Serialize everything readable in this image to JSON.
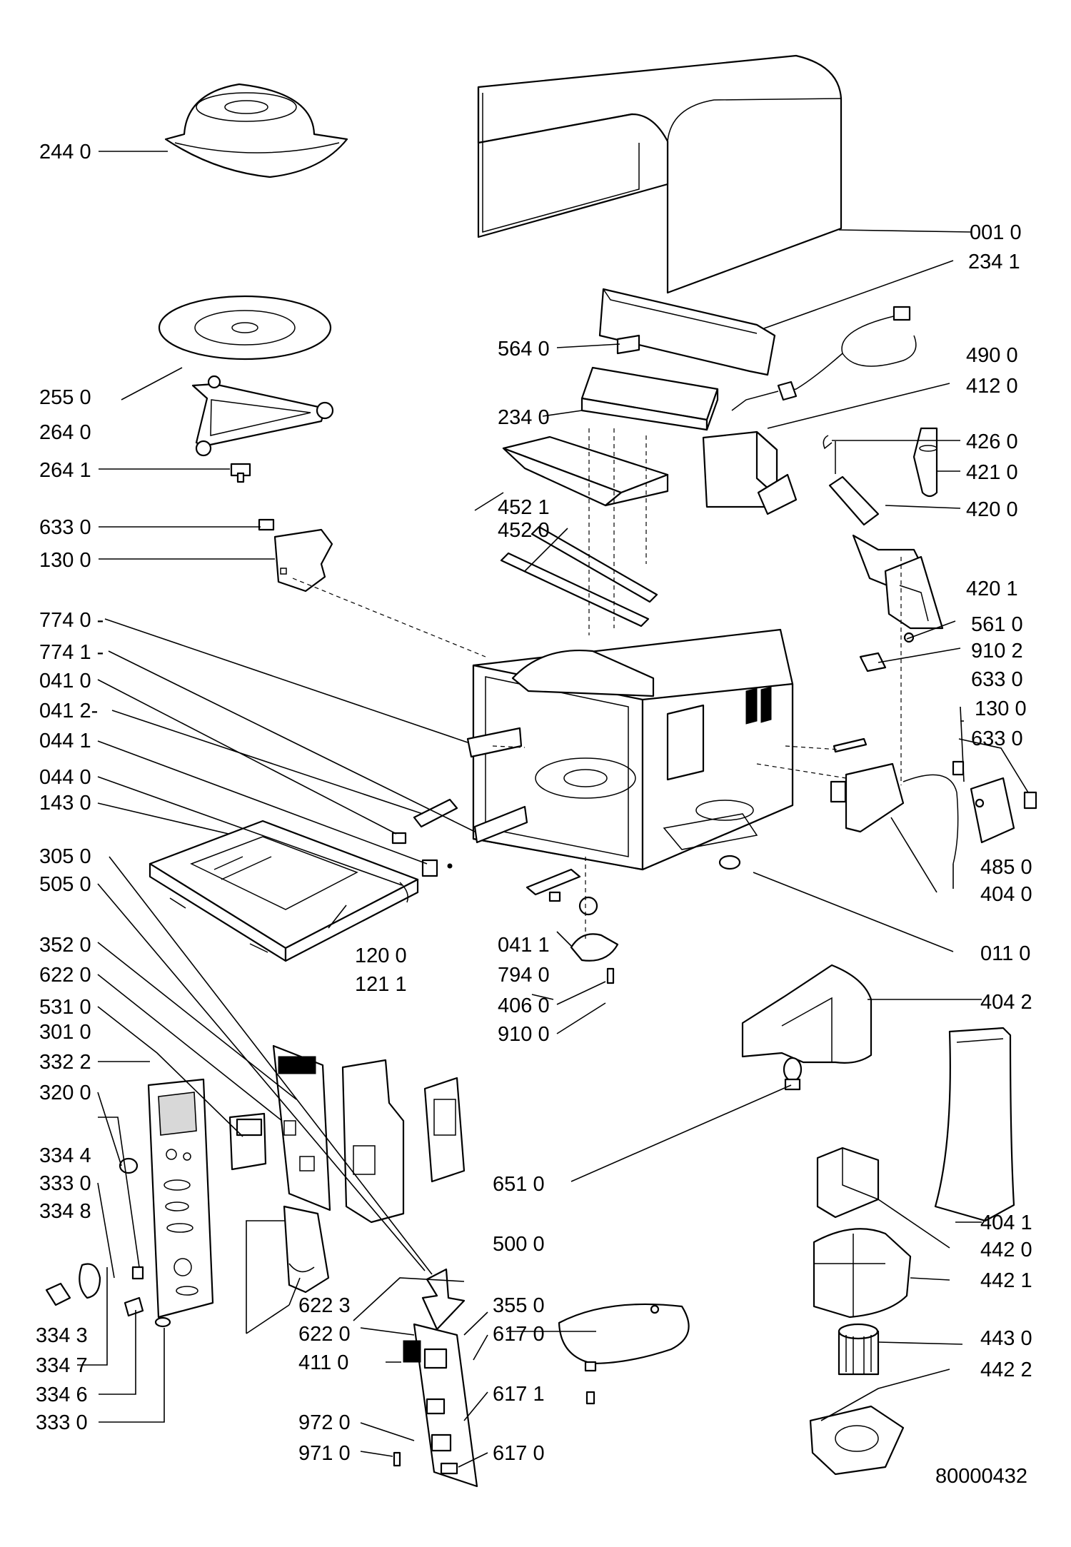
{
  "diagram_id": "80000432",
  "labels": {
    "l2440": "244 0",
    "l0010": "001 0",
    "l2341": "234 1",
    "l5640": "564 0",
    "l4900": "490 0",
    "l4120": "412 0",
    "l2550": "255 0",
    "l2340": "234 0",
    "l2640": "264 0",
    "l4260": "426 0",
    "l2641": "264 1",
    "l4210": "421 0",
    "l4521": "452 1",
    "l4200": "420 0",
    "l6330a": "633 0",
    "l4520": "452 0",
    "l1300a": "130 0",
    "l4201": "420 1",
    "l7740": "774 0 -",
    "l5610": "561 0",
    "l7741": "774 1 -",
    "l9102": "910 2",
    "l0410": "041 0",
    "l6330b": "633 0",
    "l0412": "041 2-",
    "l1300b": "130 0",
    "l0441": "044 1",
    "l6330c": "633 0",
    "l0440": "044 0",
    "l1430": "143 0",
    "l3050": "305 0",
    "l4850": "485 0",
    "l5050": "505 0",
    "l4040": "404 0",
    "l1200": "120 0",
    "l0411": "041 1",
    "l3520": "352 0",
    "l0110": "011 0",
    "l1211": "121 1",
    "l7940": "794 0",
    "l6220a": "622  0",
    "l4060": "406 0",
    "l4042": "404 2",
    "l5310": "531 0",
    "l9100": "910 0",
    "l3010": "301 0",
    "l3322": "332 2",
    "l3200": "320 0",
    "l3344": "334 4",
    "l6510": "651 0",
    "l4041": "404 1",
    "l3330a": "333 0",
    "l4420": "442 0",
    "l3348": "334 8",
    "l5000": "500 0",
    "l4421": "442 1",
    "l6223": "622 3",
    "l3550": "355 0",
    "l3343": "334 3",
    "l6220b": "622 0",
    "l6170a": "617 0",
    "l4430": "443 0",
    "l3347": "334 7",
    "l4110": "411 0",
    "l4422": "442 2",
    "l3346": "334 6",
    "l6171": "617 1",
    "l3330b": "333 0",
    "l9720": "972 0",
    "l9710": "971 0",
    "l6170b": "617 0"
  }
}
